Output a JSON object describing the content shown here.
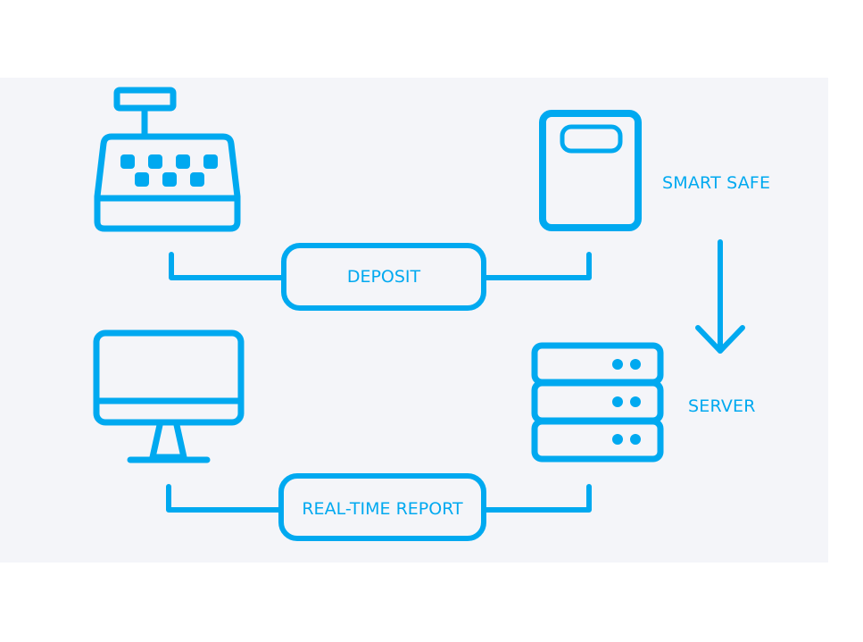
{
  "diagram": {
    "accent_color": "#00a9f0",
    "background_color": "#f4f5f9",
    "nodes": {
      "cash_register": {
        "icon": "cash-register-icon"
      },
      "smart_safe": {
        "icon": "safe-icon",
        "label": "SMART SAFE"
      },
      "server": {
        "icon": "server-icon",
        "label": "SERVER"
      },
      "computer": {
        "icon": "monitor-icon"
      }
    },
    "flows": {
      "deposit": {
        "label": "DEPOSIT",
        "from": "cash_register",
        "to": "smart_safe"
      },
      "safe_to_server": {
        "from": "smart_safe",
        "to": "server",
        "icon": "arrow-down-icon"
      },
      "report": {
        "label": "REAL-TIME REPORT",
        "from": "server",
        "to": "computer"
      }
    }
  }
}
